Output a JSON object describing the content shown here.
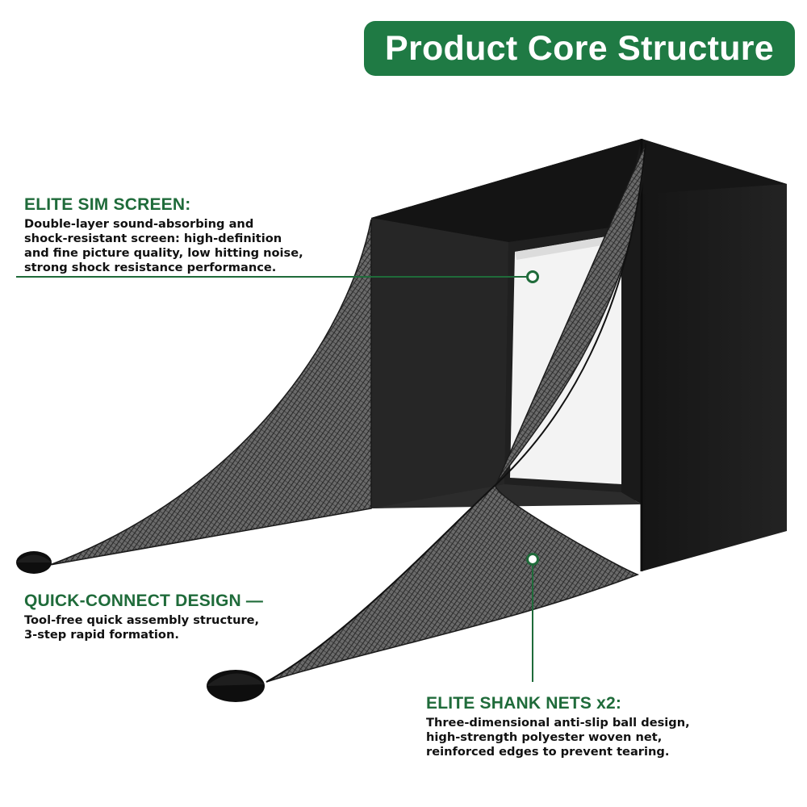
{
  "title": "Product Core Structure",
  "colors": {
    "accent": "#1f7a44",
    "heading": "#1f6b3a",
    "enclosure": "#1c1c1c",
    "net": "#3a3a3a",
    "screen": "#f4f4f4"
  },
  "callouts": {
    "sim_screen": {
      "heading": "ELITE SIM SCREEN:",
      "text": "Double-layer sound-absorbing and\nshock-resistant screen: high-definition\nand fine picture quality, low hitting noise,\nstrong shock resistance performance."
    },
    "quick_connect": {
      "heading": "QUICK-CONNECT DESIGN —",
      "text": "Tool-free quick assembly structure,\n3-step rapid formation."
    },
    "shank_nets": {
      "heading": "ELITE SHANK NETS x2:",
      "text": "Three-dimensional anti-slip ball design,\nhigh-strength polyester woven net,\nreinforced edges to prevent tearing."
    }
  }
}
